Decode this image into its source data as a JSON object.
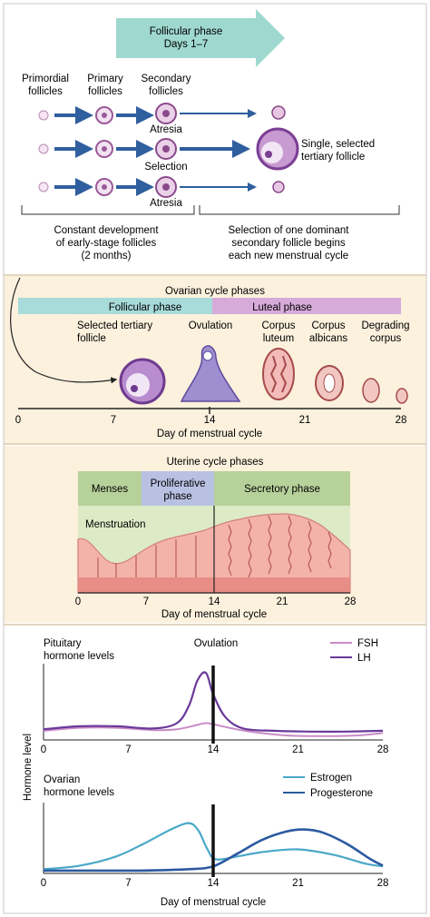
{
  "follicular_panel": {
    "arrow_title_1": "Follicular phase",
    "arrow_title_2": "Days 1–7",
    "col_primordial": [
      "Primordial",
      "follicles"
    ],
    "col_primary": [
      "Primary",
      "follicles"
    ],
    "col_secondary": [
      "Secondary",
      "follicles"
    ],
    "row1_label": "Atresia",
    "row2_label": "Selection",
    "row3_label": "Atresia",
    "selected_label": [
      "Single, selected",
      "tertiary follicle"
    ],
    "bracket_left": [
      "Constant development",
      "of early-stage follicles",
      "(2 months)"
    ],
    "bracket_right": [
      "Selection of one dominant",
      "secondary follicle begins",
      "each new menstrual cycle"
    ]
  },
  "ovarian_panel": {
    "title": "Ovarian cycle phases",
    "phase_follicular": "Follicular phase",
    "phase_luteal": "Luteal phase",
    "stage_tertiary": [
      "Selected tertiary",
      "follicle"
    ],
    "stage_ovulation": "Ovulation",
    "stage_corpus_luteum": [
      "Corpus",
      "luteum"
    ],
    "stage_corpus_albicans": [
      "Corpus",
      "albicans"
    ],
    "stage_degrading": [
      "Degrading",
      "corpus"
    ],
    "axis_ticks": [
      "0",
      "7",
      "14",
      "21",
      "28"
    ],
    "axis_label": "Day of menstrual cycle"
  },
  "uterine_panel": {
    "title": "Uterine cycle phases",
    "phase_menses": "Menses",
    "phase_proliferative": [
      "Proliferative",
      "phase"
    ],
    "phase_secretory": "Secretory phase",
    "menstruation_label": "Menstruation",
    "axis_ticks": [
      "0",
      "7",
      "14",
      "21",
      "28"
    ],
    "axis_label": "Day of menstrual cycle"
  },
  "hormone_panel": {
    "y_axis_label": "Hormone level",
    "axis_label": "Day of menstrual cycle",
    "colors": {
      "fsh": "#c98cc6",
      "lh": "#6a3a9a",
      "estrogen": "#4aa8c8",
      "progesterone": "#2c5aa0"
    }
  },
  "chart_data": [
    {
      "type": "line",
      "title": [
        "Pituitary",
        "hormone levels"
      ],
      "annotation": "Ovulation",
      "ovulation_day": 14,
      "xlim": [
        0,
        28
      ],
      "ylim": [
        0,
        100
      ],
      "x_ticks": [
        "0",
        "7",
        "14",
        "21",
        "28"
      ],
      "series": [
        {
          "name": "FSH",
          "x": [
            0,
            3,
            6,
            9,
            11,
            12.5,
            13.5,
            15,
            17,
            20,
            23,
            26,
            28
          ],
          "y": [
            12,
            16,
            16,
            13,
            14,
            19,
            22,
            17,
            11,
            6,
            5,
            6,
            9
          ]
        },
        {
          "name": "LH",
          "x": [
            0,
            3,
            6,
            9,
            11,
            12,
            12.7,
            13.4,
            14,
            15,
            16.5,
            19,
            22,
            25,
            28
          ],
          "y": [
            14,
            18,
            18,
            15,
            22,
            45,
            78,
            88,
            60,
            30,
            15,
            12,
            11,
            11,
            12
          ]
        }
      ]
    },
    {
      "type": "line",
      "title": [
        "Ovarian",
        "hormone levels"
      ],
      "ovulation_day": 14,
      "xlim": [
        0,
        28
      ],
      "ylim": [
        0,
        100
      ],
      "x_ticks": [
        "0",
        "7",
        "14",
        "21",
        "28"
      ],
      "series": [
        {
          "name": "Estrogen",
          "x": [
            0,
            3,
            6,
            8.5,
            10.5,
            12,
            12.8,
            13.5,
            14.2,
            16,
            18,
            21,
            24,
            26.5,
            28
          ],
          "y": [
            6,
            11,
            24,
            44,
            62,
            71,
            60,
            35,
            20,
            24,
            30,
            34,
            26,
            14,
            10
          ]
        },
        {
          "name": "Progesterone",
          "x": [
            0,
            4,
            8,
            12,
            14,
            16,
            18,
            20,
            21.5,
            23,
            25,
            27,
            28
          ],
          "y": [
            4,
            4,
            4,
            6,
            10,
            28,
            47,
            59,
            62,
            58,
            42,
            20,
            11
          ]
        }
      ]
    }
  ]
}
